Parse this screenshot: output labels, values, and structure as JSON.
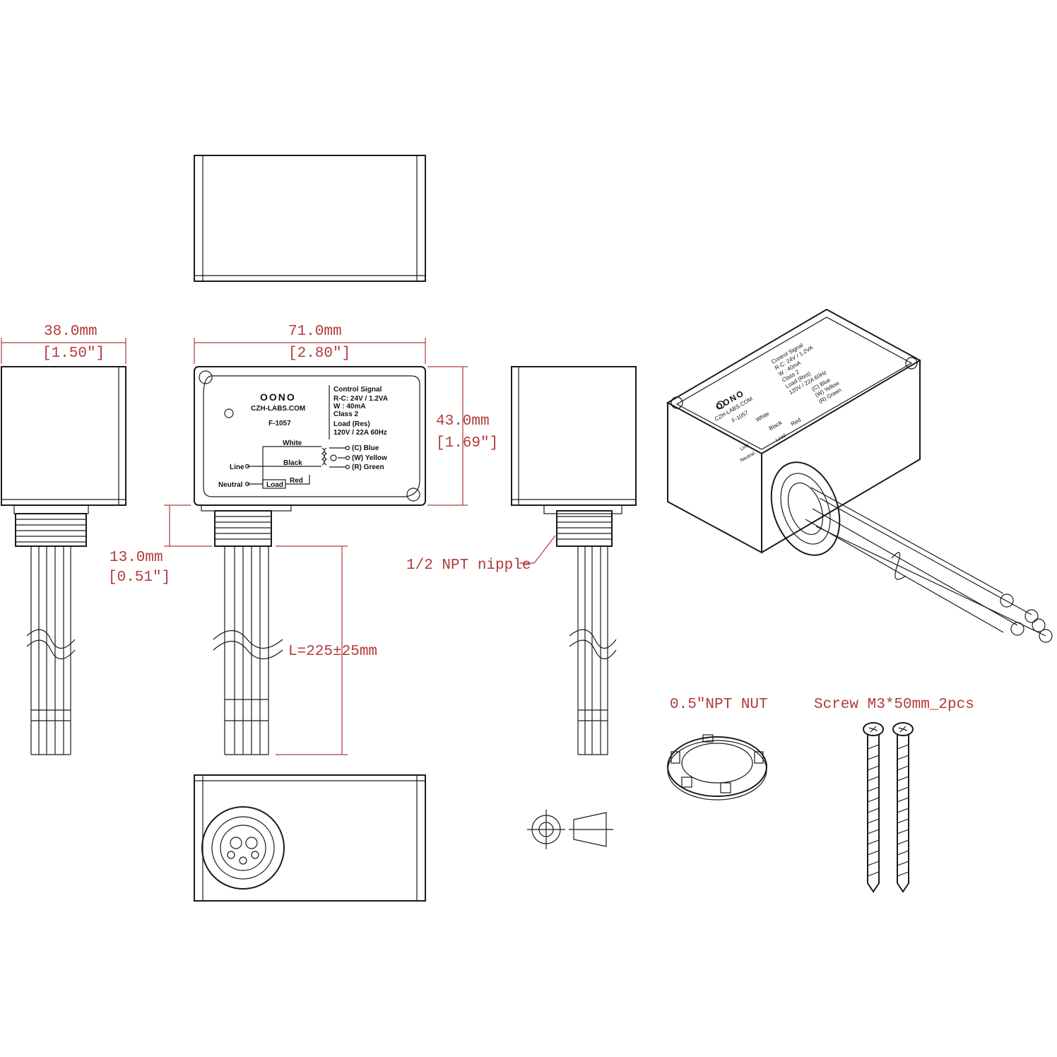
{
  "dimensions": {
    "depth_mm": "38.0mm",
    "depth_in": "[1.50\"]",
    "width_mm": "71.0mm",
    "width_in": "[2.80\"]",
    "height_mm": "43.0mm",
    "height_in": "[1.69\"]",
    "nipple_mm": "13.0mm",
    "nipple_in": "[0.51\"]",
    "lead_length": "L=225±25mm",
    "nipple_label": "1/2 NPT nipple"
  },
  "accessories": {
    "nut_label": "0.5\"NPT NUT",
    "screw_label": "Screw M3*50mm_2pcs"
  },
  "front_label": {
    "brand": "OONO",
    "website": "CZH-LABS.COM",
    "model": "F-1057",
    "spec_lines": [
      "Control Signal",
      "R-C: 24V / 1.2VA",
      "W   : 40mA",
      "Class 2",
      "Load (Res)",
      "120V / 22A  60Hz"
    ],
    "wire_white": "White",
    "wire_black": "Black",
    "wire_red": "Red",
    "line": "Line",
    "neutral": "Neutral",
    "load": "Load",
    "terminals": [
      "(C) Blue",
      "(W) Yellow",
      "(R) Green"
    ]
  },
  "iso_label": {
    "brand": "OONO",
    "website": "CZH-LABS.COM",
    "model": "F-1057",
    "spec_lines": [
      "Control Signal",
      "R-C: 24V / 1.2VA",
      "W   : 40mA",
      "Class 2",
      "Load (Res)",
      "120V / 22A  60Hz"
    ],
    "terminals": [
      "(C) Blue",
      "(W) Yellow",
      "(R) Green"
    ],
    "wire_white": "White",
    "wire_black": "Black",
    "wire_red": "Red",
    "line": "Line",
    "neutral": "Neutral",
    "load": "Load"
  },
  "colors": {
    "dimension": "#b23a3a",
    "line": "#1a1a1a"
  }
}
